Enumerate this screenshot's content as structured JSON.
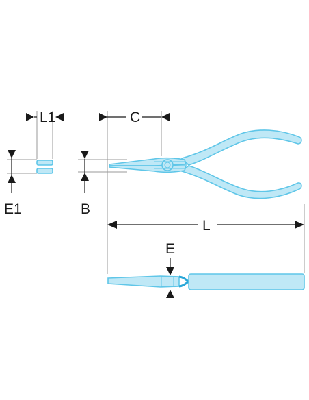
{
  "labels": {
    "L1": "L1",
    "C": "C",
    "E1": "E1",
    "B": "B",
    "L": "L",
    "E": "E"
  },
  "colors": {
    "tool_fill": "#bfe8f6",
    "tool_stroke": "#5fc6e8",
    "tool_accent": "#2aa7d8",
    "line": "#1a1a1a",
    "guide": "#9a9a9a"
  }
}
